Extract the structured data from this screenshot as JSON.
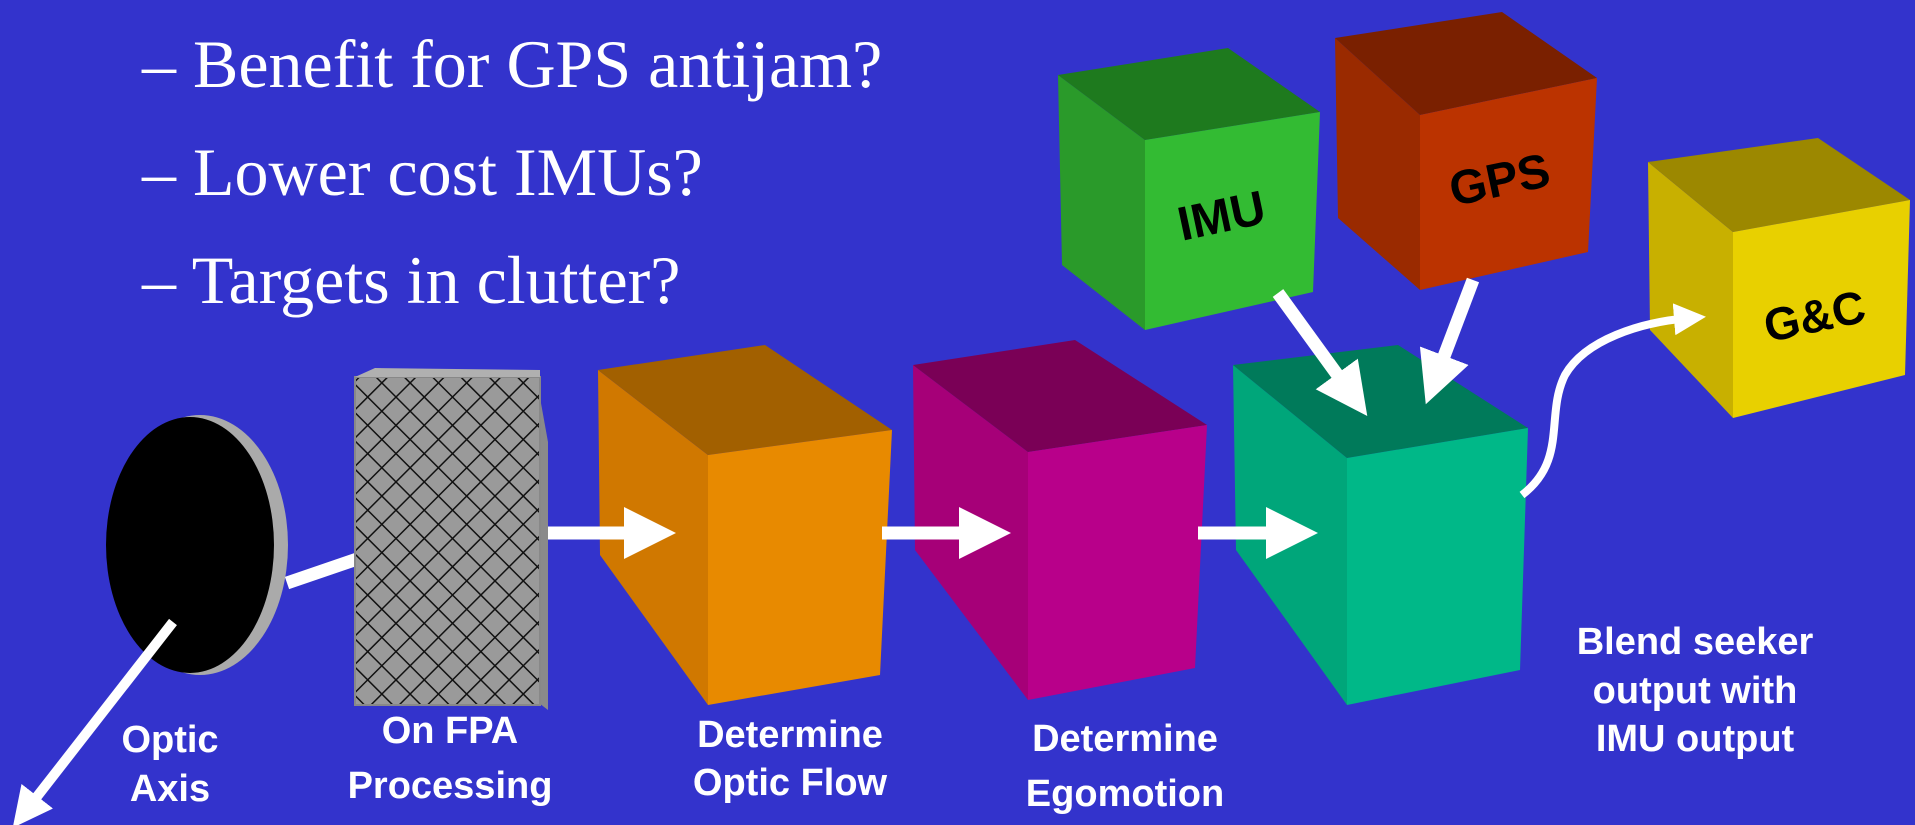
{
  "bullets": [
    "– Benefit for GPS antijam?",
    "– Lower cost IMUs?",
    "– Targets in clutter?"
  ],
  "cube_labels": {
    "imu": "IMU",
    "gps": "GPS",
    "gc": "G&C"
  },
  "stage_labels": {
    "optic_axis": [
      "Optic",
      "Axis"
    ],
    "fpa": [
      "On FPA",
      "Processing"
    ],
    "optic_flow": [
      "Determine",
      "Optic Flow"
    ],
    "egomotion": [
      "Determine",
      "Egomotion"
    ],
    "blend": [
      "Blend seeker",
      "output with",
      "IMU output"
    ]
  },
  "colors": {
    "background": "#3333cc",
    "lens": "#000000",
    "optic_flow_box": "#e88a00",
    "egomotion_box": "#b8008a",
    "blend_box": "#00b888",
    "imu_box": "#33bb33",
    "gps_box": "#bb3300",
    "gc_box": "#e8d000",
    "arrows": "#ffffff"
  }
}
